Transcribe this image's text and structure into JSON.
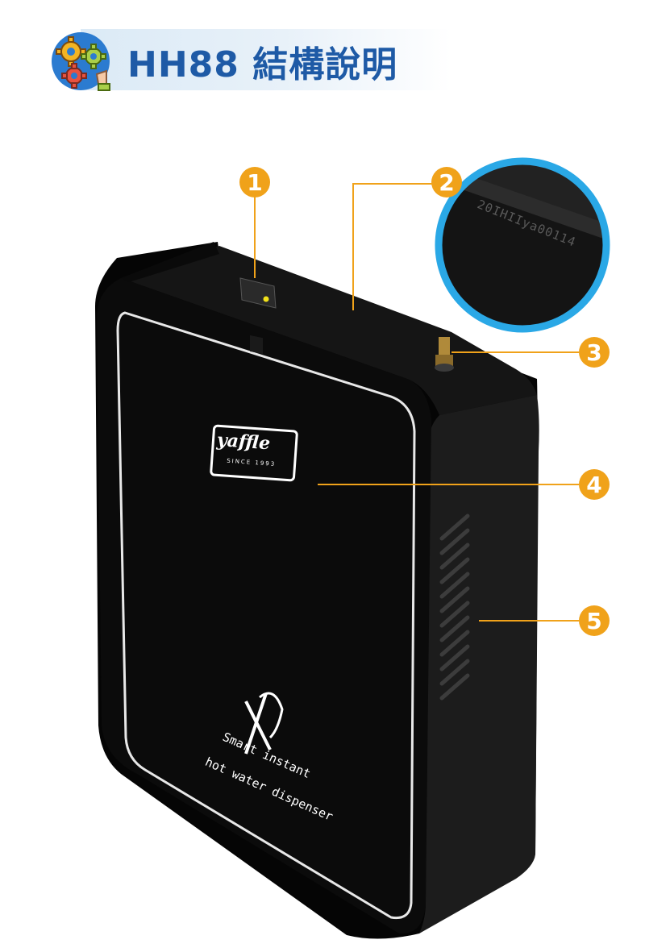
{
  "header": {
    "title": "HH88 結構說明"
  },
  "callouts": [
    {
      "number": "1"
    },
    {
      "number": "2"
    },
    {
      "number": "3"
    },
    {
      "number": "4"
    },
    {
      "number": "5"
    }
  ],
  "product": {
    "brand": "yaffle",
    "brand_sub": "SINCE 1993",
    "tagline_line1": "Smart instant",
    "tagline_line2": "hot water dispenser",
    "serial_zoom_text": "20IHIIya00114"
  },
  "colors": {
    "title": "#1e5aa6",
    "badge": "#f0a21a",
    "leader_line": "#f0a21a",
    "zoom_ring": "#2aa8e6",
    "body": "#0d0d0d"
  }
}
